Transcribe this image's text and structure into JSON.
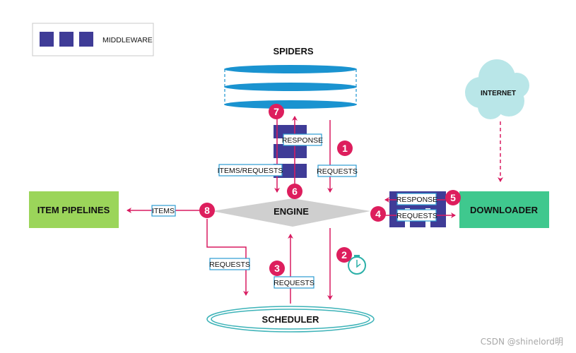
{
  "colors": {
    "arrow": "#d81b60",
    "badge": "#dd1e5d",
    "middleware": "#3f3c97",
    "spiders_disk": "#1a93d0",
    "engine": "#cfcfcf",
    "item_pipelines": "#9bd55a",
    "downloader": "#3fc88e",
    "internet_cloud": "#b9e6e8",
    "scheduler_ring": "#3db3b8",
    "label_border": "#2c9bd2"
  },
  "legend": {
    "label": "MIDDLEWARE"
  },
  "components": {
    "spiders": "SPIDERS",
    "engine": "ENGINE",
    "item_pipelines": "ITEM PIPELINES",
    "downloader": "DOWNLOADER",
    "scheduler": "SCHEDULER",
    "internet": "INTERNET"
  },
  "flow_labels": {
    "response_spider": "RESPONSE",
    "items_requests": "ITEMS/REQUESTS",
    "requests_spider": "REQUESTS",
    "items": "ITEMS",
    "requests_to_scheduler": "REQUESTS",
    "requests_from_scheduler": "REQUESTS",
    "response_downloader": "RESPONSE",
    "requests_downloader": "REQUESTS"
  },
  "steps": [
    "1",
    "2",
    "3",
    "4",
    "5",
    "6",
    "7",
    "8"
  ],
  "watermark": "CSDN @shinelord明"
}
